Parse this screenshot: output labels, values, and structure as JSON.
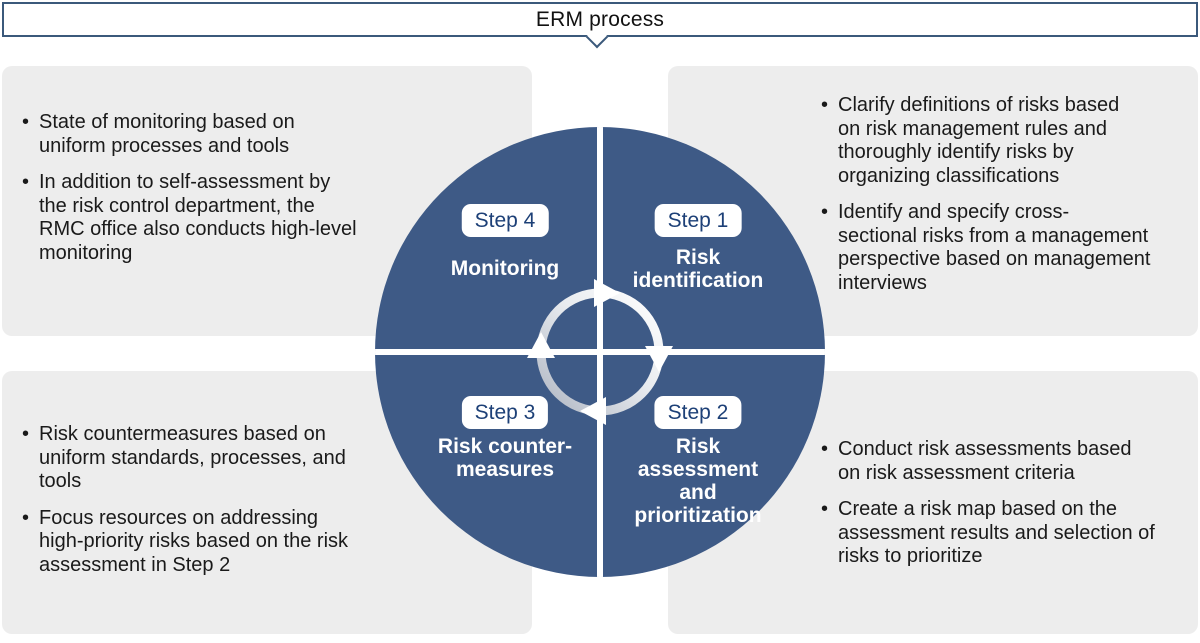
{
  "title": {
    "text": "ERM process"
  },
  "colors": {
    "circle_blue": "#3E5A86",
    "step_text_blue": "#1D4077",
    "panel_gray": "#EDEDED",
    "border_blue": "#3B597B",
    "body_text": "#1A1A1A",
    "label_white": "#FFFFFF"
  },
  "cycle": {
    "center_icon": "clockwise-cycle-arrows",
    "steps": [
      {
        "badge": "Step 1",
        "label": "Risk\nidentification",
        "position": "top-right"
      },
      {
        "badge": "Step 2",
        "label": "Risk\nassessment\nand\nprioritization",
        "position": "bottom-right"
      },
      {
        "badge": "Step 3",
        "label": "Risk counter-\nmeasures",
        "position": "bottom-left"
      },
      {
        "badge": "Step 4",
        "label": "Monitoring",
        "position": "top-left"
      }
    ]
  },
  "panels": {
    "top_left": {
      "bullets": [
        "State of monitoring based on\nuniform processes and tools",
        "In addition to self-assessment by\nthe risk control department, the\nRMC office also conducts high-level\nmonitoring"
      ]
    },
    "top_right": {
      "bullets": [
        "Clarify definitions of risks based\non risk management rules and\nthoroughly identify risks by\norganizing classifications",
        "Identify and specify cross-\nsectional risks from a management\nperspective based on management\ninterviews"
      ]
    },
    "bottom_left": {
      "bullets": [
        "Risk countermeasures based on\nuniform standards, processes, and\ntools",
        "Focus resources on addressing\nhigh-priority risks based on the risk\nassessment in Step 2"
      ]
    },
    "bottom_right": {
      "bullets": [
        "Conduct risk assessments based\non risk assessment criteria",
        "Create a risk map based on the\nassessment results and selection of\nrisks to prioritize"
      ]
    }
  },
  "bullet_glyph": "•"
}
